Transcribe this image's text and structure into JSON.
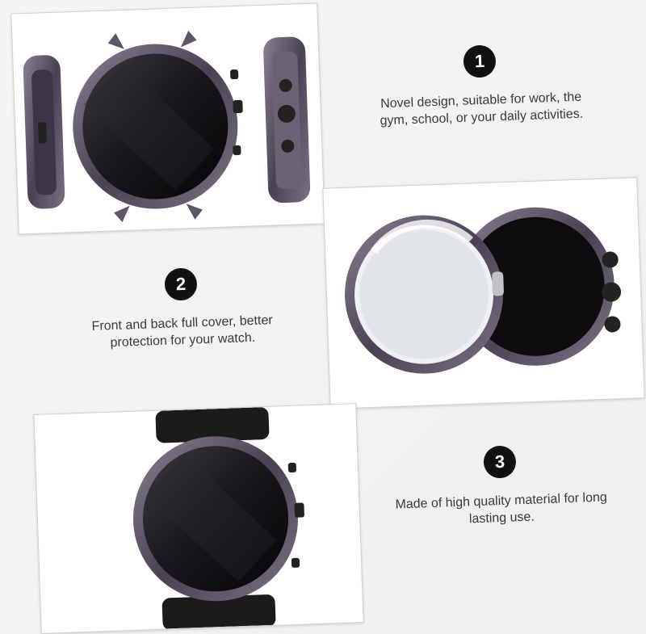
{
  "features": [
    {
      "number": "1",
      "text": "Novel design, suitable for work, the\ngym, school, or your daily activities."
    },
    {
      "number": "2",
      "text": "Front and back full cover, better\nprotection for your watch."
    },
    {
      "number": "3",
      "text": "Made of high quality material for long\nlasting use."
    }
  ],
  "colors": {
    "case": "#5e5568",
    "screen": "#0d0d10",
    "badge": "#111111",
    "strap": "#1b1b1b"
  }
}
